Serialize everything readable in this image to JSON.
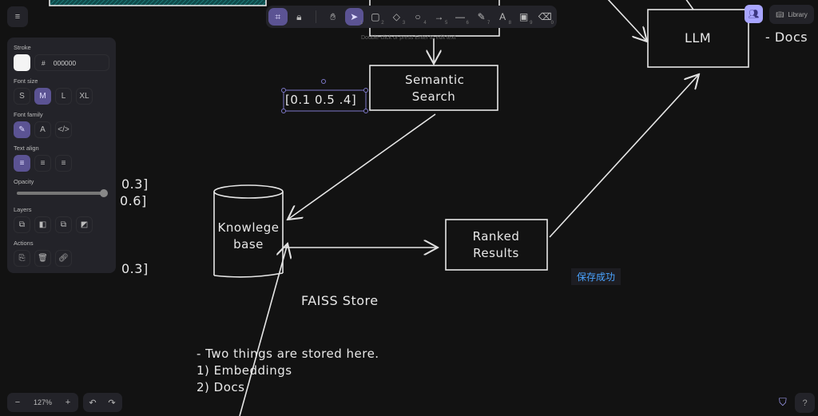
{
  "toolbar": {
    "tools": [
      {
        "name": "keep-tool-active",
        "icon": "🔒︎",
        "key": ""
      },
      {
        "name": "hand",
        "icon": "✋︎",
        "key": ""
      },
      {
        "name": "selection",
        "icon": "➤",
        "key": "1"
      },
      {
        "name": "rectangle",
        "icon": "▢",
        "key": "2"
      },
      {
        "name": "diamond",
        "icon": "◇",
        "key": "3"
      },
      {
        "name": "ellipse",
        "icon": "○",
        "key": "4"
      },
      {
        "name": "arrow",
        "icon": "→",
        "key": "5"
      },
      {
        "name": "line",
        "icon": "—",
        "key": "6"
      },
      {
        "name": "draw",
        "icon": "✎",
        "key": "7"
      },
      {
        "name": "text",
        "icon": "A",
        "key": "8"
      },
      {
        "name": "image",
        "icon": "▣",
        "key": "9"
      },
      {
        "name": "eraser",
        "icon": "⌫",
        "key": "0"
      }
    ],
    "hint": "Double-click or press Enter to edit text"
  },
  "panel": {
    "stroke_label": "Stroke",
    "hex_symbol": "#",
    "stroke_hex": "000000",
    "font_size_label": "Font size",
    "font_sizes": [
      "S",
      "M",
      "L",
      "XL"
    ],
    "font_family_label": "Font family",
    "font_families": [
      "✎",
      "A",
      "</>"
    ],
    "text_align_label": "Text align",
    "aligns": [
      "≡",
      "≡",
      "≡"
    ],
    "opacity_label": "Opacity",
    "opacity": 100,
    "layers_label": "Layers",
    "layers": [
      "⧉",
      "◧",
      "⧉",
      "◩"
    ],
    "actions_label": "Actions",
    "actions": [
      "⎘",
      "🗑︎",
      "🔗︎"
    ]
  },
  "canvas": {
    "semantic_search": [
      "Semantic",
      "Search"
    ],
    "vector_text": "[0.1 0.5 .4]",
    "llm": "LLM",
    "docs_right": "- Docs",
    "knowledge_base": [
      "Knowlege",
      "base"
    ],
    "ranked_results": [
      "Ranked",
      "Results"
    ],
    "faiss": "FAISS Store",
    "vec_fragments": [
      "0.3]",
      "0.6]",
      "0.3]"
    ],
    "notes": [
      "- Two things are stored here.",
      "1) Embeddings",
      "2) Docs"
    ]
  },
  "footer": {
    "zoom_out": "−",
    "zoom_level": "127%",
    "zoom_in": "+",
    "undo": "↶",
    "redo": "↷",
    "help": "?"
  },
  "topright": {
    "collab_icon": "👥︎",
    "library_icon": "📖︎",
    "library_label": "Library"
  },
  "toast": "保存成功"
}
